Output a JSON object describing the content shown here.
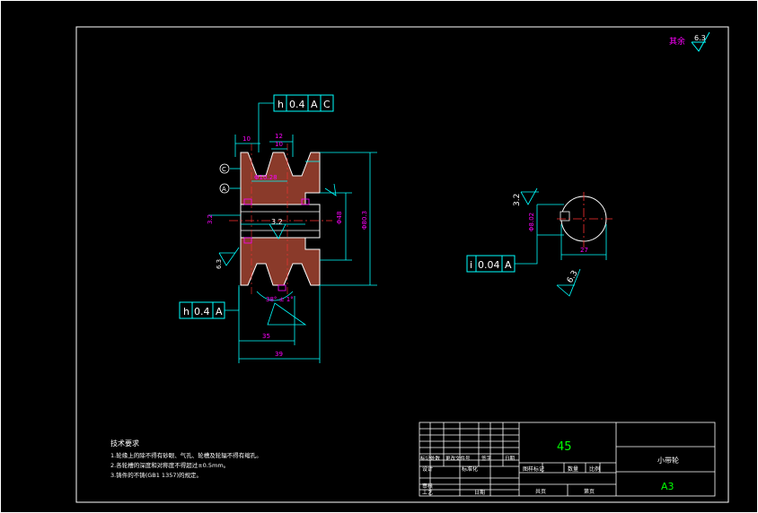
{
  "roughness_note": {
    "label": "其余",
    "value": "6.3"
  },
  "gdt_top": {
    "symbol": "h",
    "tolerance": "0.4",
    "datum1": "A",
    "datum2": "C"
  },
  "gdt_left": {
    "symbol": "h",
    "tolerance": "0.4",
    "datum": "A"
  },
  "gdt_hub": {
    "symbol": "i",
    "tolerance": "0.04",
    "datum": "A"
  },
  "datum_c": "C",
  "datum_a": "A",
  "dims": {
    "top_10a": "10",
    "top_12": "12",
    "top_10b": "10",
    "groove_dia": "Φ10.28",
    "keyway_left": "3.2",
    "bore": "Φ48",
    "outer": "Φ80.3",
    "bore_rough": "3.2",
    "rough_left": "6.3",
    "width_35": "35",
    "width_39": "39",
    "angle": "38° ± 1°",
    "hub_rough": "3.2",
    "hub_key": "Φ8.02",
    "hub_width": "27",
    "hub_rough2": "6.3"
  },
  "tech_req": {
    "title": "技术要求",
    "lines": [
      "1.轮缘上的除不得有砂眼、气孔、轮槽及轮辐不得有缩孔。",
      "2.各轮槽的深度和对称度不得超过±0.5mm。",
      "3.铸件的不铸(GB1 1357)的规定。"
    ]
  },
  "title_block": {
    "material": "45",
    "part_name": "小带轮",
    "scale_sheet": "A3",
    "row1": [
      "标记处数",
      "更改文件号",
      "签字",
      "日期"
    ],
    "row2": [
      "设计",
      "标准化",
      "图样标记",
      "数量",
      "比例"
    ],
    "row3": [
      "审核"
    ],
    "row4": [
      "工艺",
      "日期",
      "共页",
      "第页"
    ]
  }
}
